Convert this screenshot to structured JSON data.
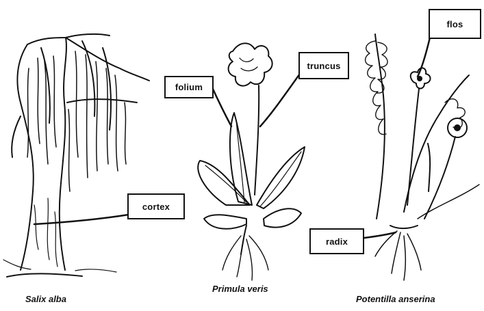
{
  "labels": {
    "folium": "folium",
    "truncus": "truncus",
    "cortex": "cortex",
    "flos": "flos",
    "radix": "radix"
  },
  "captions": {
    "salix": "Salix alba",
    "primula": "Primula veris",
    "potentilla": "Potentilla anserina"
  },
  "colors": {
    "ink": "#111111",
    "paper": "#ffffff"
  }
}
